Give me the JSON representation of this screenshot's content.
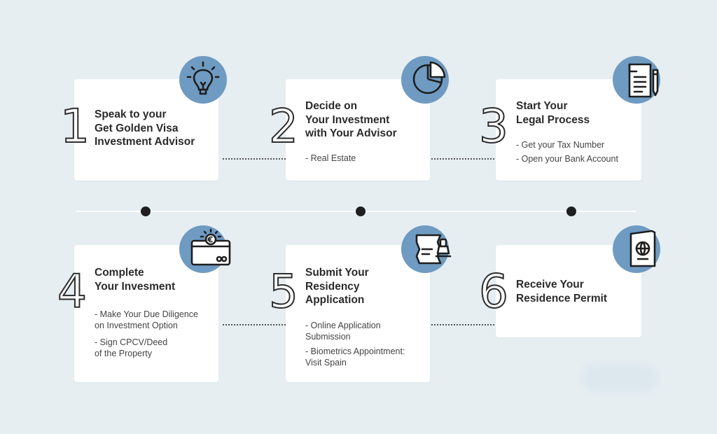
{
  "steps": [
    {
      "number": "1",
      "title": "Speak to your\nGet Golden Visa\nInvestment Advisor",
      "items": [],
      "icon": "lightbulb-icon"
    },
    {
      "number": "2",
      "title": "Decide on\nYour Investment\nwith Your Advisor",
      "items": [
        "- Real Estate"
      ],
      "icon": "pie-chart-icon"
    },
    {
      "number": "3",
      "title": "Start Your\nLegal Process",
      "items": [
        "- Get your Tax Number",
        "- Open your Bank Account"
      ],
      "icon": "document-pen-icon"
    },
    {
      "number": "4",
      "title": "Complete\nYour Invesment",
      "items": [
        "- Make Your Due Diligence\non Investment Option",
        "- Sign CPCV/Deed\nof the Property"
      ],
      "icon": "wallet-euro-icon"
    },
    {
      "number": "5",
      "title": "Submit Your\nResidency\nApplication",
      "items": [
        "- Online Application\nSubmission",
        "- Biometrics Appointment:\nVisit Spain"
      ],
      "icon": "stamp-icon"
    },
    {
      "number": "6",
      "title": "Receive Your\nResidence Permit",
      "items": [],
      "icon": "passport-icon"
    }
  ],
  "colors": {
    "background": "#e6eef2",
    "card": "#ffffff",
    "icon_circle": "#6f9bc2",
    "text": "#2b2b2b",
    "timeline_dot": "#1f1f1f"
  }
}
